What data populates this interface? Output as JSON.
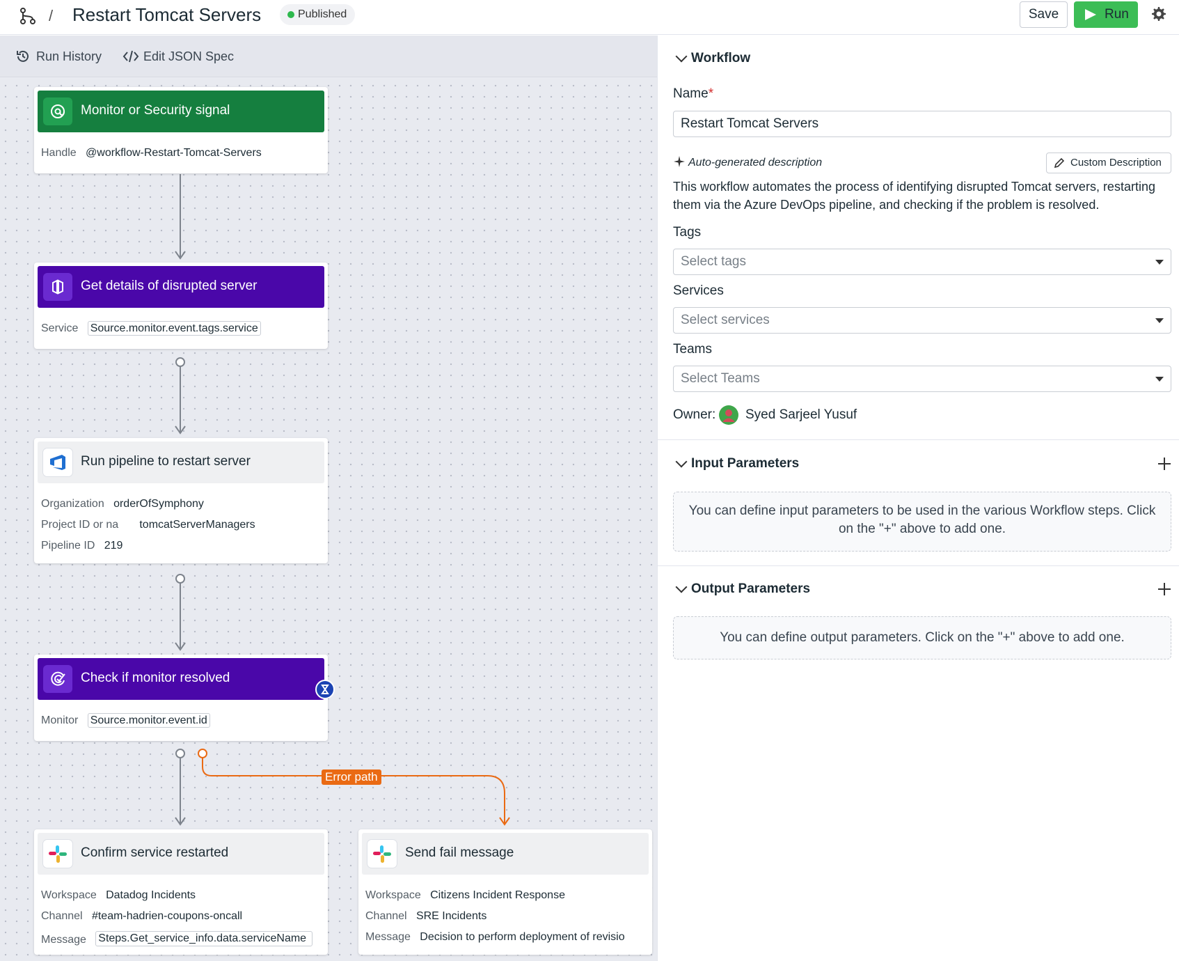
{
  "header": {
    "separator": "/",
    "title": "Restart Tomcat Servers",
    "status": "Published",
    "save_label": "Save",
    "run_label": "Run"
  },
  "toolbar": {
    "run_history": "Run History",
    "edit_json": "Edit JSON Spec"
  },
  "nodes": {
    "trigger": {
      "title": "Monitor or Security signal",
      "params": [
        {
          "key": "Handle",
          "value": "@workflow-Restart-Tomcat-Servers"
        }
      ]
    },
    "get_details": {
      "title": "Get details of disrupted server",
      "params": [
        {
          "key": "Service",
          "value": "Source.monitor.event.tags.service"
        }
      ]
    },
    "run_pipeline": {
      "title": "Run pipeline to restart server",
      "params": [
        {
          "key": "Organization",
          "value": "orderOfSymphony"
        },
        {
          "key": "Project ID or na",
          "value": "tomcatServerManagers"
        },
        {
          "key": "Pipeline ID",
          "value": "219"
        }
      ]
    },
    "check_monitor": {
      "title": "Check if monitor resolved",
      "params": [
        {
          "key": "Monitor",
          "value": "Source.monitor.event.id"
        }
      ]
    },
    "confirm": {
      "title": "Confirm service restarted",
      "params": [
        {
          "key": "Workspace",
          "value": "Datadog Incidents"
        },
        {
          "key": "Channel",
          "value": "#team-hadrien-coupons-oncall"
        },
        {
          "key": "Message",
          "value": "Steps.Get_service_info.data.serviceName"
        }
      ]
    },
    "fail": {
      "title": "Send fail message",
      "params": [
        {
          "key": "Workspace",
          "value": "Citizens Incident Response"
        },
        {
          "key": "Channel",
          "value": "SRE Incidents"
        },
        {
          "key": "Message",
          "value": "Decision to perform deployment of revisio"
        }
      ]
    },
    "error_path_label": "Error path"
  },
  "panel": {
    "workflow_section": "Workflow",
    "name_label": "Name",
    "required_mark": "*",
    "name_value": "Restart Tomcat Servers",
    "auto_desc_label": "Auto-generated description",
    "custom_desc_button": "Custom Description",
    "description": "This workflow automates the process of identifying disrupted Tomcat servers, restarting them via the Azure DevOps pipeline, and checking if the problem is resolved.",
    "tags_label": "Tags",
    "tags_placeholder": "Select tags",
    "services_label": "Services",
    "services_placeholder": "Select services",
    "teams_label": "Teams",
    "teams_placeholder": "Select Teams",
    "owner_label": "Owner:",
    "owner_name": "Syed Sarjeel Yusuf",
    "input_section": "Input Parameters",
    "input_help": "You can define input parameters to be used in the various Workflow steps. Click on the \"+\" above to add one.",
    "output_section": "Output Parameters",
    "output_help": "You can define output parameters. Click on the \"+\" above to add one."
  },
  "colors": {
    "trigger_header": "#157f3f",
    "action_header": "#4a07a9",
    "error_path": "#ea6a13",
    "run_button": "#3cbd56"
  }
}
